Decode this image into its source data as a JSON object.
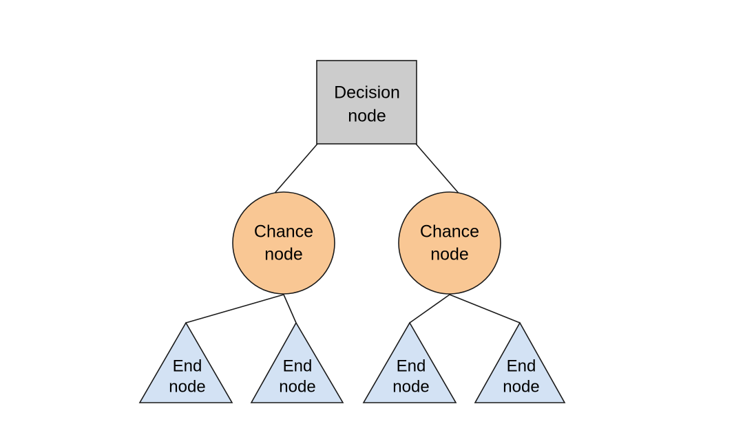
{
  "diagram": {
    "type": "decision-tree",
    "title": "",
    "background_color": "#ffffff",
    "stroke_color": "#1a1a1a",
    "nodes": {
      "decision": {
        "label_line1": "Decision",
        "label_line2": "node",
        "shape": "rectangle",
        "fill_color": "#cccccc"
      },
      "chance_left": {
        "label_line1": "Chance",
        "label_line2": "node",
        "shape": "circle",
        "fill_color": "#f9c794"
      },
      "chance_right": {
        "label_line1": "Chance",
        "label_line2": "node",
        "shape": "circle",
        "fill_color": "#f9c794"
      },
      "end_1": {
        "label_line1": "End",
        "label_line2": "node",
        "shape": "triangle",
        "fill_color": "#d3e2f4"
      },
      "end_2": {
        "label_line1": "End",
        "label_line2": "node",
        "shape": "triangle",
        "fill_color": "#d3e2f4"
      },
      "end_3": {
        "label_line1": "End",
        "label_line2": "node",
        "shape": "triangle",
        "fill_color": "#d3e2f4"
      },
      "end_4": {
        "label_line1": "End",
        "label_line2": "node",
        "shape": "triangle",
        "fill_color": "#d3e2f4"
      }
    },
    "edges": [
      {
        "from": "decision",
        "to": "chance_left"
      },
      {
        "from": "decision",
        "to": "chance_right"
      },
      {
        "from": "chance_left",
        "to": "end_1"
      },
      {
        "from": "chance_left",
        "to": "end_2"
      },
      {
        "from": "chance_right",
        "to": "end_3"
      },
      {
        "from": "chance_right",
        "to": "end_4"
      }
    ]
  }
}
